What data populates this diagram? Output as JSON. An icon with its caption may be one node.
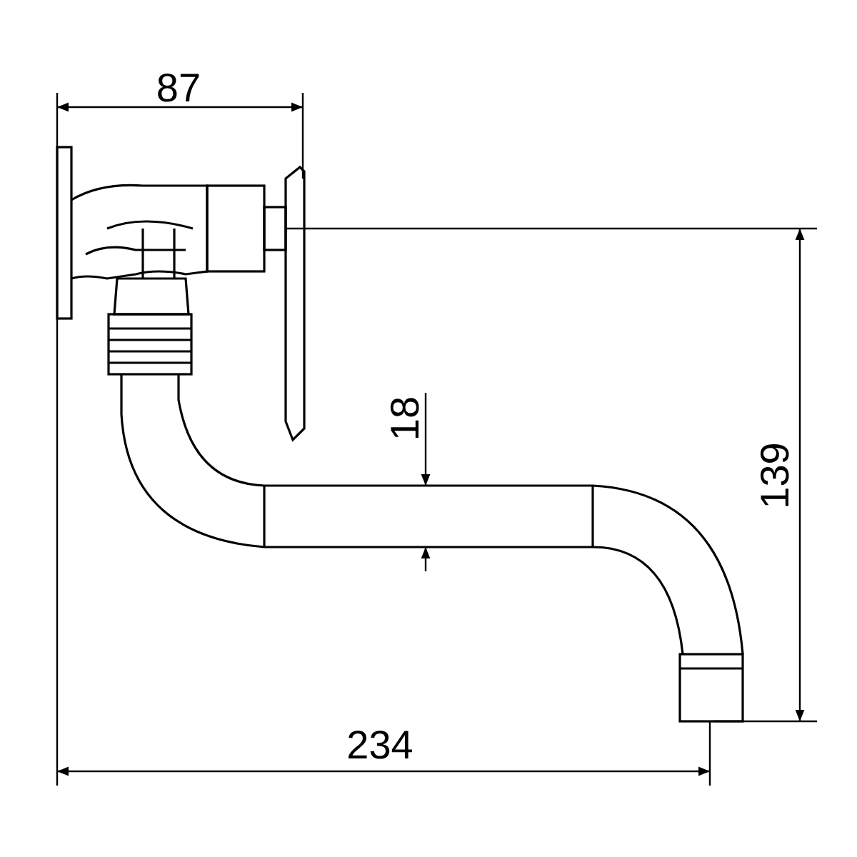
{
  "diagram": {
    "labels": [
      "87",
      "18",
      "139",
      "234"
    ]
  }
}
